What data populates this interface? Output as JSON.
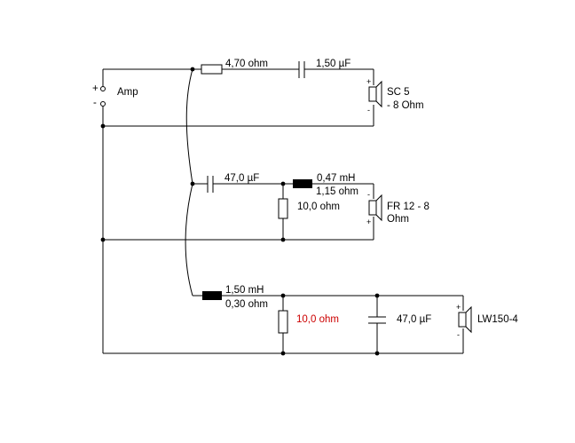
{
  "amp": {
    "label": "Amp",
    "plus": "+",
    "minus": "-"
  },
  "branch1": {
    "resistor": "4,70 ohm",
    "capacitor": "1,50 µF",
    "speaker_line1": "SC 5",
    "speaker_line2": "- 8 Ohm",
    "spk_plus": "+",
    "spk_minus": "-"
  },
  "branch2": {
    "capacitor": "47,0 µF",
    "inductor_value": "0,47 mH",
    "inductor_resistance": "1,15 ohm",
    "shunt_resistor": "10,0 ohm",
    "speaker_line1": "FR 12 - 8",
    "speaker_line2": "Ohm",
    "spk_plus": "+",
    "spk_minus": "-"
  },
  "branch3": {
    "inductor_value": "1,50 mH",
    "inductor_resistance": "0,30 ohm",
    "shunt_resistor": "10,0 ohm",
    "shunt_resistor_color": "#cc0000",
    "capacitor": "47,0 µF",
    "speaker_label": "LW150-4",
    "spk_plus": "+",
    "spk_minus": "-"
  }
}
